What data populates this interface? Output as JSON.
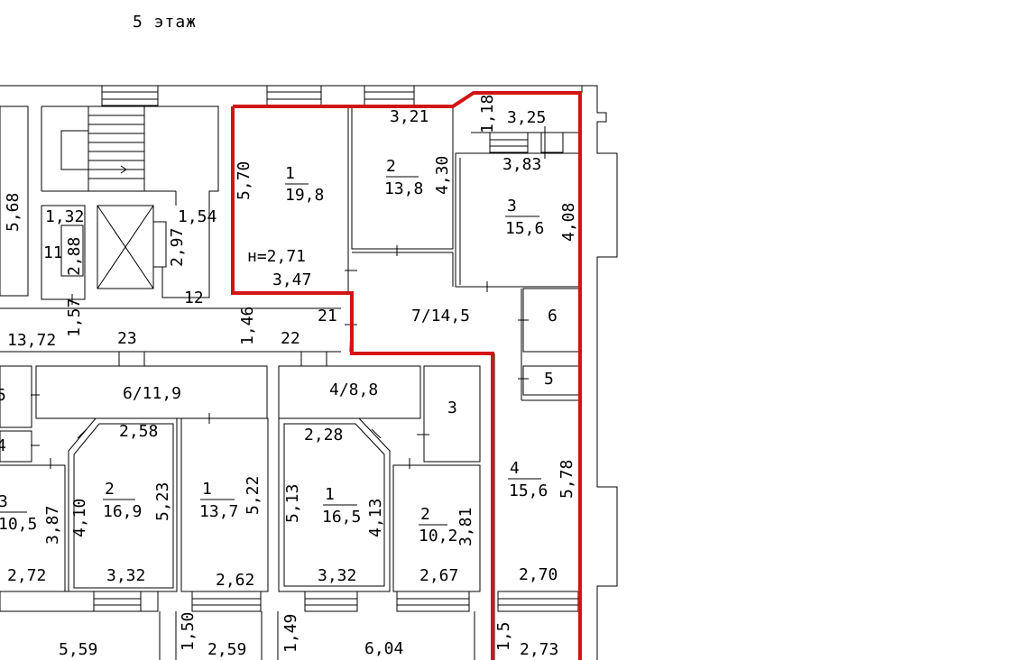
{
  "header": {
    "floor_title": "5 этаж"
  },
  "colors": {
    "highlight": "#d21414",
    "walls": "#000000",
    "background": "#ffffff"
  },
  "rooms": {
    "r1": {
      "number": "1",
      "area": "19,8",
      "height": "н=2,71"
    },
    "r2": {
      "number": "2",
      "area": "13,8"
    },
    "r3": {
      "number": "3",
      "area": "15,6"
    },
    "r4": {
      "number": "4",
      "area": "15,6"
    },
    "r5": {
      "number": "5"
    },
    "r6": {
      "number": "6"
    },
    "r7": {
      "label": "7/14,5"
    },
    "r11": {
      "number": "11"
    },
    "r12": {
      "number": "12"
    },
    "r21": {
      "number": "21"
    },
    "r22": {
      "number": "22"
    },
    "r23": {
      "number": "23"
    },
    "r6b": {
      "label": "6/11,9"
    },
    "r4b": {
      "label": "4/8,8"
    },
    "r3b": {
      "number": "3"
    },
    "r5L": {
      "number": "5"
    },
    "r4L": {
      "number": "4"
    },
    "l3": {
      "number": "3",
      "area": "10,5"
    },
    "l2": {
      "number": "2",
      "area": "16,9"
    },
    "l1": {
      "number": "1",
      "area": "13,7"
    },
    "m1": {
      "number": "1",
      "area": "16,5"
    },
    "m2": {
      "number": "2",
      "area": "10,2"
    }
  },
  "dimensions": {
    "d_5_70": "5,70",
    "d_3_47": "3,47",
    "d_3_21": "3,21",
    "d_4_30": "4,30",
    "d_1_18": "1,18",
    "d_3_25": "3,25",
    "d_3_83": "3,83",
    "d_4_08": "4,08",
    "d_5_68": "5,68",
    "d_1_32": "1,32",
    "d_2_88": "2,88",
    "d_2_97": "2,97",
    "d_1_54": "1,54",
    "d_1_57": "1,57",
    "d_1_46": "1,46",
    "d_13_72": "13,72",
    "d_5_78": "5,78",
    "d_2_70": "2,70",
    "d_2_73": "2,73",
    "d_1_5": "1,5",
    "d_2_58": "2,58",
    "d_2_28": "2,28",
    "d_4_10": "4,10",
    "d_5_23": "5,23",
    "d_5_22": "5,22",
    "d_5_13": "5,13",
    "d_4_13": "4,13",
    "d_3_81": "3,81",
    "d_3_87": "3,87",
    "d_2_72": "2,72",
    "d_3_32a": "3,32",
    "d_2_62": "2,62",
    "d_3_32b": "3,32",
    "d_2_67": "2,67",
    "d_5_59": "5,59",
    "d_1_50": "1,50",
    "d_2_59": "2,59",
    "d_1_49": "1,49",
    "d_6_04": "6,04"
  }
}
